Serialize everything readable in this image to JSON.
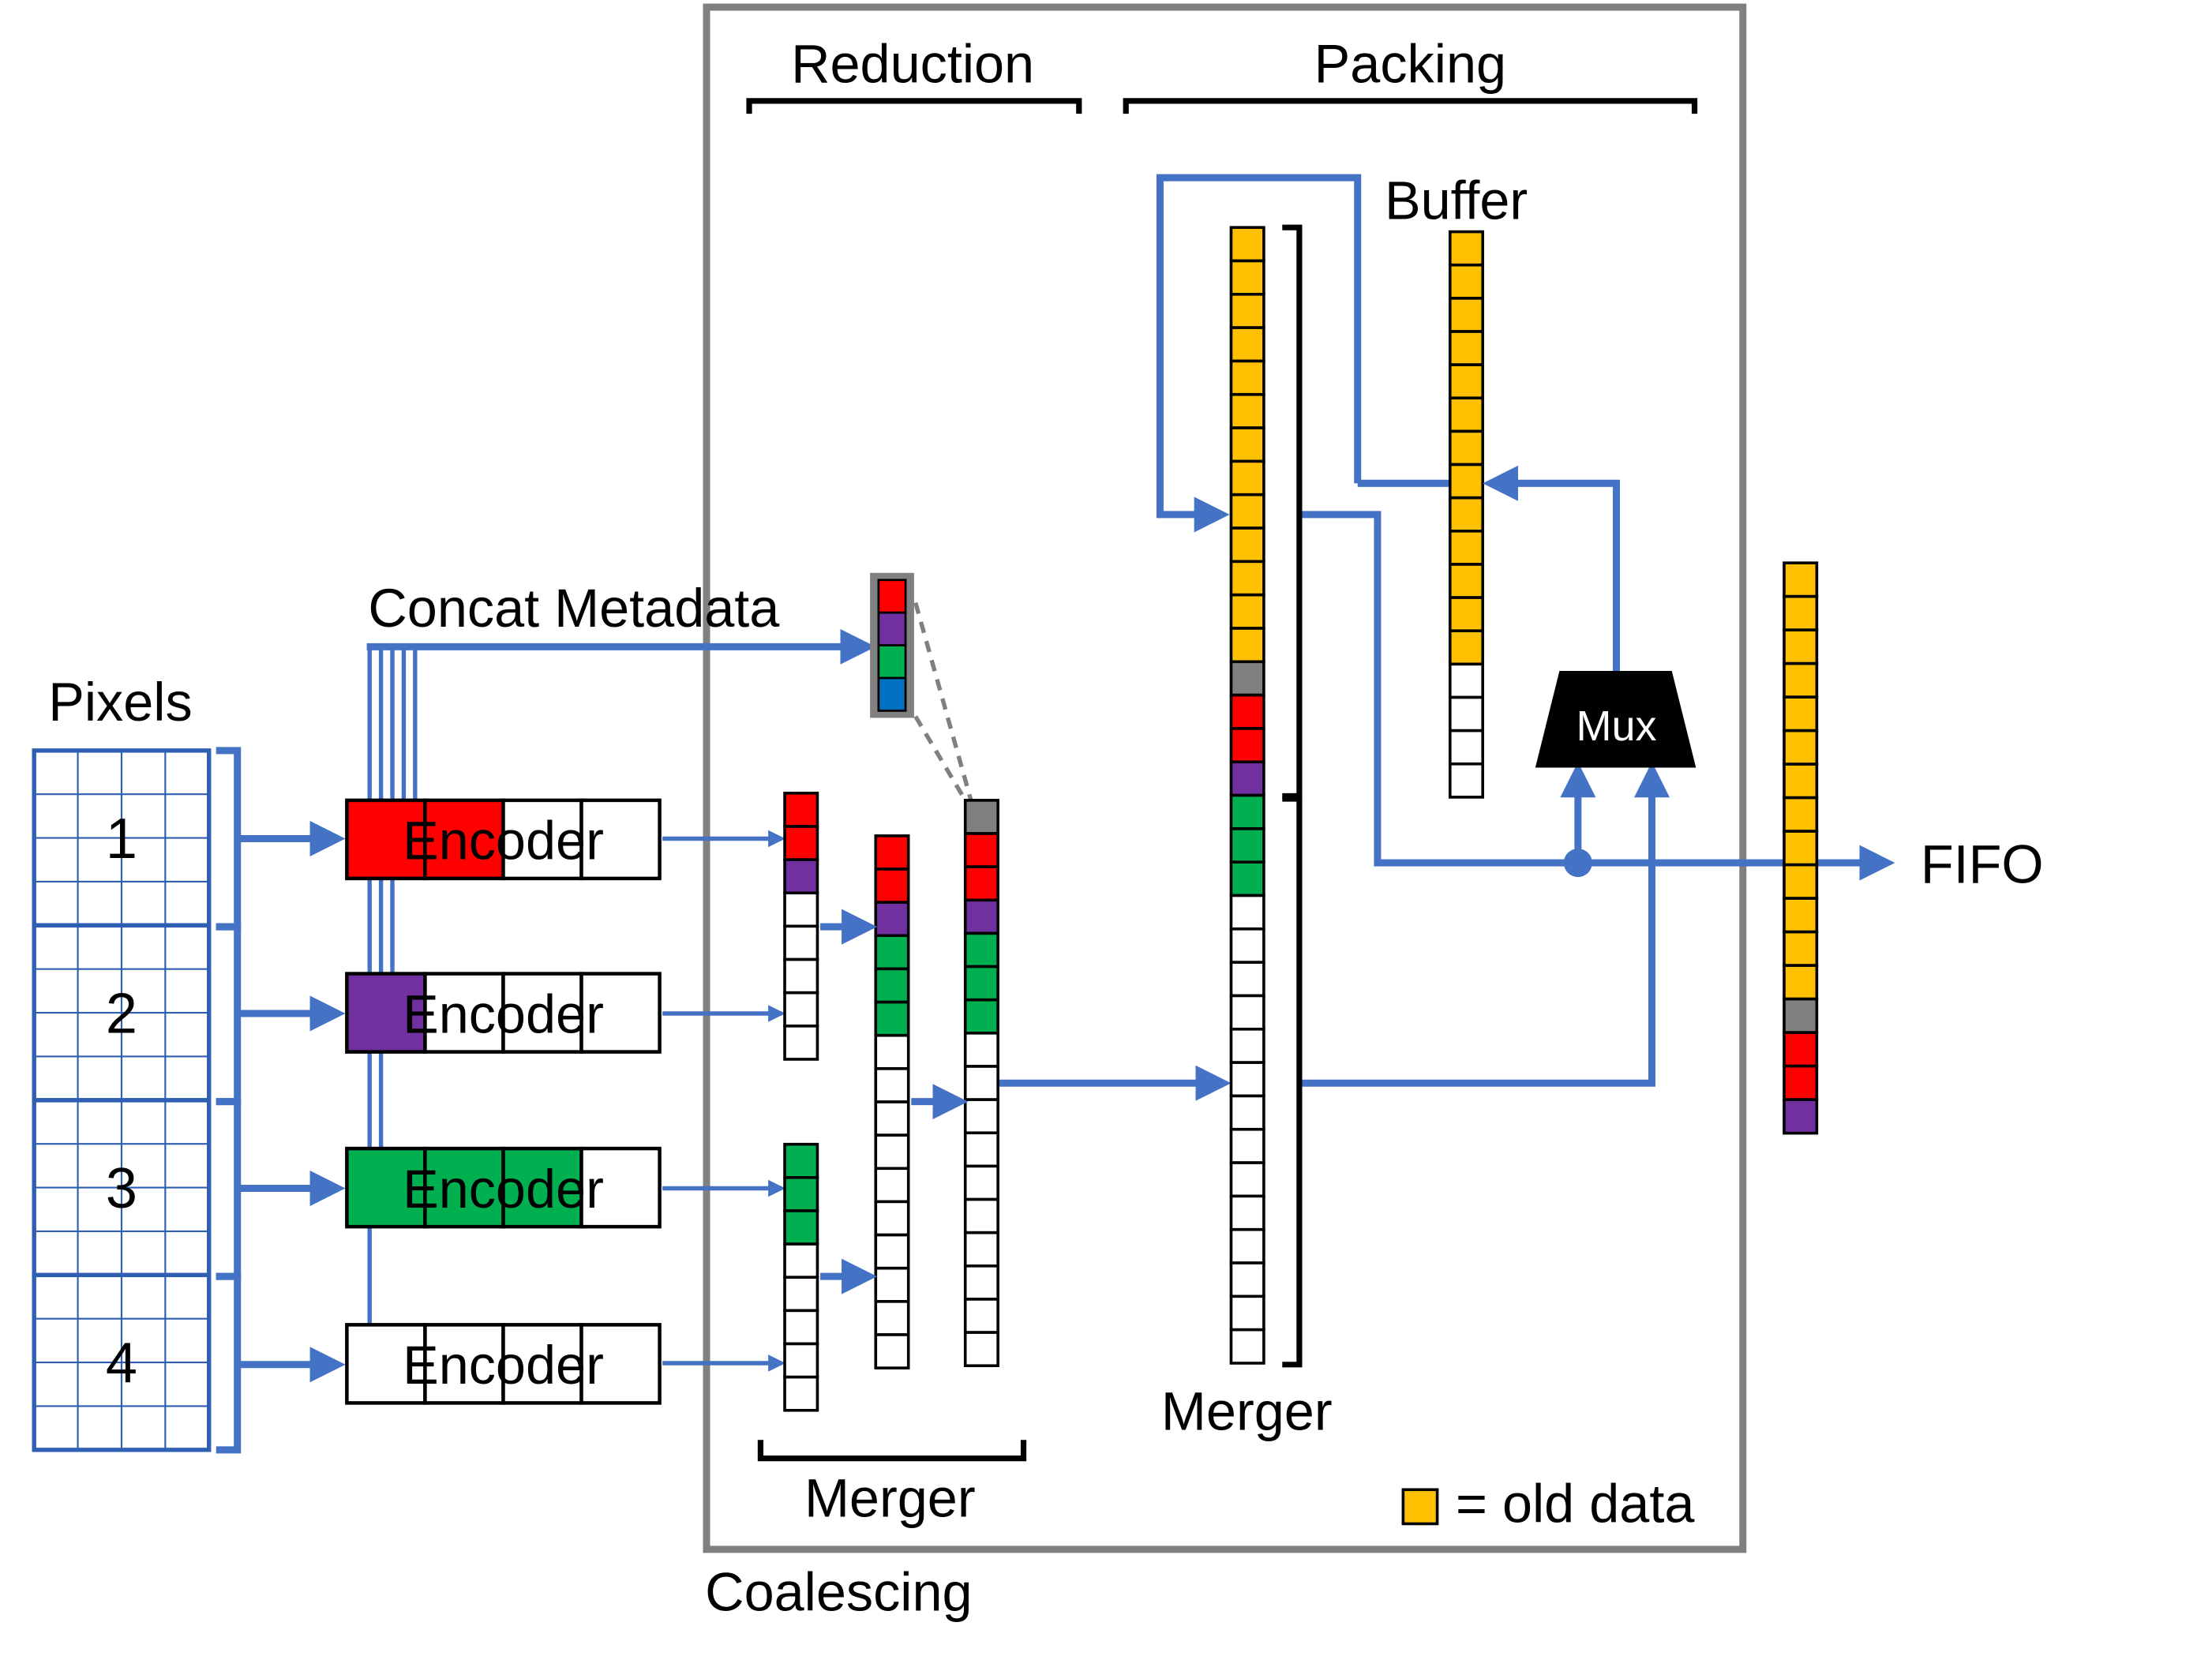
{
  "labels": {
    "reduction": "Reduction",
    "packing": "Packing",
    "buffer": "Buffer",
    "concat_metadata": "Concat Metadata",
    "pixels": "Pixels",
    "fifo": "FIFO",
    "mux": "Mux",
    "merger_left": "Merger",
    "merger_right": "Merger",
    "coalescing": "Coalescing",
    "legend": "= old data"
  },
  "pixel_blocks": [
    "1",
    "2",
    "3",
    "4"
  ],
  "encoders": [
    {
      "label": "Encoder",
      "fill_cells": 2,
      "color": "#ff0000"
    },
    {
      "label": "Encoder",
      "fill_cells": 1,
      "color": "#7030a0"
    },
    {
      "label": "Encoder",
      "fill_cells": 3,
      "color": "#00b050"
    },
    {
      "label": "Encoder",
      "fill_cells": 0,
      "color": "#ffffff"
    }
  ],
  "colors": {
    "arrow_blue": "#4472c4",
    "old_data": "#ffc000",
    "red": "#ff0000",
    "purple": "#7030a0",
    "green": "#00b050",
    "meta_blue": "#0070c0",
    "gray": "#808080",
    "frame_gray": "#808080",
    "pixel_grid": "#2f5fb3"
  },
  "columns": {
    "metadata": [
      "#ff0000",
      "#7030a0",
      "#00b050",
      "#0070c0"
    ],
    "merger1_top": [
      "#ff0000",
      "#ff0000",
      "#7030a0",
      "#ffffff",
      "#ffffff",
      "#ffffff",
      "#ffffff",
      "#ffffff"
    ],
    "merger1_bottom": [
      "#00b050",
      "#00b050",
      "#00b050",
      "#ffffff",
      "#ffffff",
      "#ffffff",
      "#ffffff",
      "#ffffff"
    ],
    "merger2": [
      "#ff0000",
      "#ff0000",
      "#7030a0",
      "#00b050",
      "#00b050",
      "#00b050",
      "#ffffff",
      "#ffffff",
      "#ffffff",
      "#ffffff",
      "#ffffff",
      "#ffffff",
      "#ffffff",
      "#ffffff",
      "#ffffff",
      "#ffffff"
    ],
    "merger3": [
      "#808080",
      "#ff0000",
      "#ff0000",
      "#7030a0",
      "#00b050",
      "#00b050",
      "#00b050",
      "#ffffff",
      "#ffffff",
      "#ffffff",
      "#ffffff",
      "#ffffff",
      "#ffffff",
      "#ffffff",
      "#ffffff",
      "#ffffff",
      "#ffffff"
    ],
    "packing_merger": [
      "#ffc000",
      "#ffc000",
      "#ffc000",
      "#ffc000",
      "#ffc000",
      "#ffc000",
      "#ffc000",
      "#ffc000",
      "#ffc000",
      "#ffc000",
      "#ffc000",
      "#ffc000",
      "#ffc000",
      "#808080",
      "#ff0000",
      "#ff0000",
      "#7030a0",
      "#00b050",
      "#00b050",
      "#00b050",
      "#ffffff",
      "#ffffff",
      "#ffffff",
      "#ffffff",
      "#ffffff",
      "#ffffff",
      "#ffffff",
      "#ffffff",
      "#ffffff",
      "#ffffff",
      "#ffffff",
      "#ffffff",
      "#ffffff",
      "#ffffff"
    ],
    "buffer": [
      "#ffc000",
      "#ffc000",
      "#ffc000",
      "#ffc000",
      "#ffc000",
      "#ffc000",
      "#ffc000",
      "#ffc000",
      "#ffc000",
      "#ffc000",
      "#ffc000",
      "#ffc000",
      "#ffc000",
      "#ffffff",
      "#ffffff",
      "#ffffff",
      "#ffffff"
    ],
    "fifo": [
      "#ffc000",
      "#ffc000",
      "#ffc000",
      "#ffc000",
      "#ffc000",
      "#ffc000",
      "#ffc000",
      "#ffc000",
      "#ffc000",
      "#ffc000",
      "#ffc000",
      "#ffc000",
      "#ffc000",
      "#808080",
      "#ff0000",
      "#ff0000",
      "#7030a0"
    ]
  }
}
